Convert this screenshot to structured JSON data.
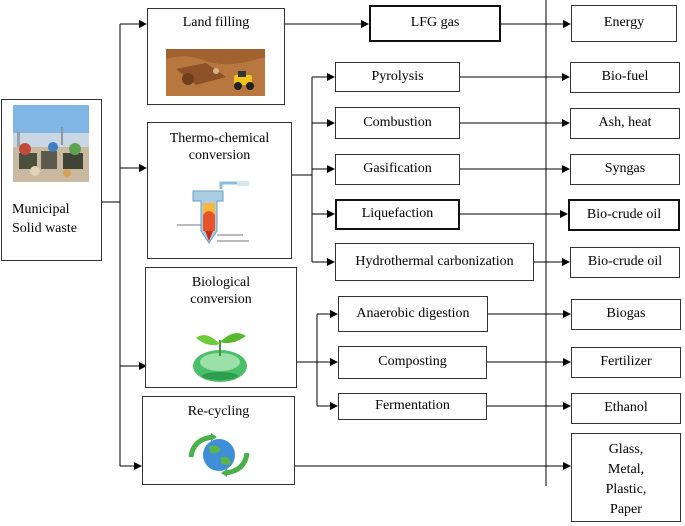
{
  "source": {
    "label_line1": "Municipal",
    "label_line2": "Solid waste"
  },
  "routes": {
    "land_filling": "Land filling",
    "thermo_line1": "Thermo-chemical",
    "thermo_line2": "conversion",
    "bio_line1": "Biological",
    "bio_line2": "conversion",
    "recycling": "Re-cycling"
  },
  "processes": {
    "lfg_gas": "LFG gas",
    "pyrolysis": "Pyrolysis",
    "combustion": "Combustion",
    "gasification": "Gasification",
    "liquefaction": "Liquefaction",
    "htc": "Hydrothermal carbonization",
    "anaerobic": "Anaerobic digestion",
    "composting": "Composting",
    "fermentation": "Fermentation"
  },
  "products": {
    "energy": "Energy",
    "bio_fuel": "Bio-fuel",
    "ash_heat": "Ash, heat",
    "syngas": "Syngas",
    "bio_crude_1": "Bio-crude oil",
    "bio_crude_2": "Bio-crude oil",
    "biogas": "Biogas",
    "fertilizer": "Fertilizer",
    "ethanol": "Ethanol",
    "recyclables": [
      "Glass,",
      "Metal,",
      "Plastic,",
      "Paper"
    ]
  },
  "colors": {
    "line": "#000000",
    "border": "#333333"
  }
}
